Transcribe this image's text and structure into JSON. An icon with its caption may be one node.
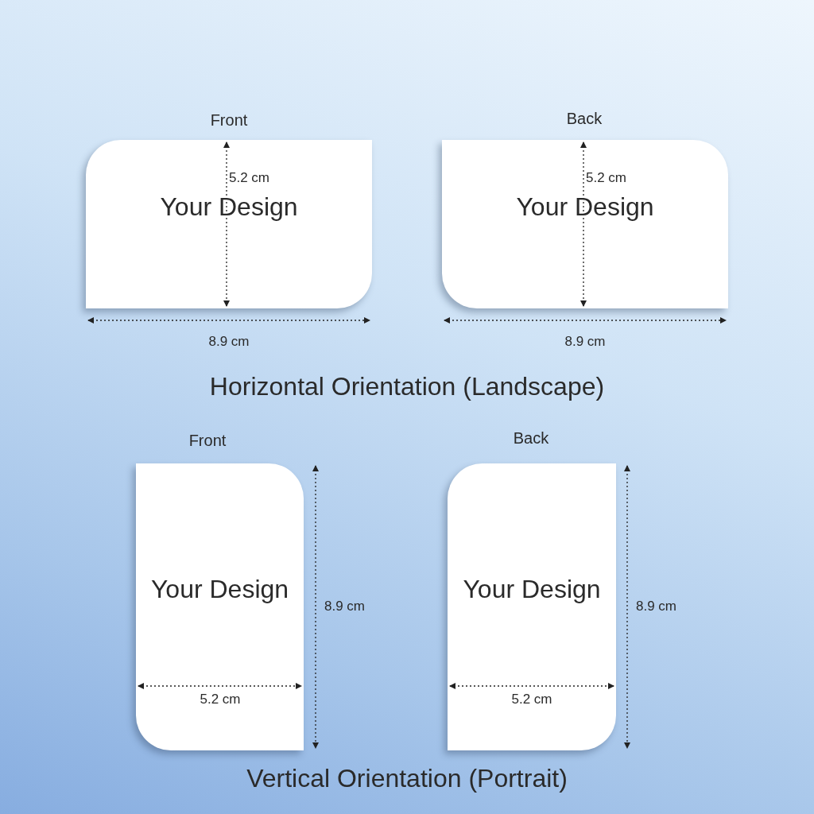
{
  "diagram": {
    "nodes": [
      {
        "text": [
          "Front",
          "Your Design"
        ]
      },
      {
        "text": [
          "Back",
          "Your Design"
        ]
      },
      {
        "text": [
          "Front",
          "Your Design"
        ]
      },
      {
        "text": [
          "Back",
          "Your Design"
        ]
      }
    ],
    "labels": [
      "5.2 cm",
      "5.2 cm",
      "8.9 cm",
      "8.9 cm",
      "Horizontal Orientation (Landscape)",
      "8.9 cm",
      "8.9 cm",
      "5.2 cm",
      "5.2 cm",
      "Vertical Orientation (Portrait)"
    ]
  }
}
